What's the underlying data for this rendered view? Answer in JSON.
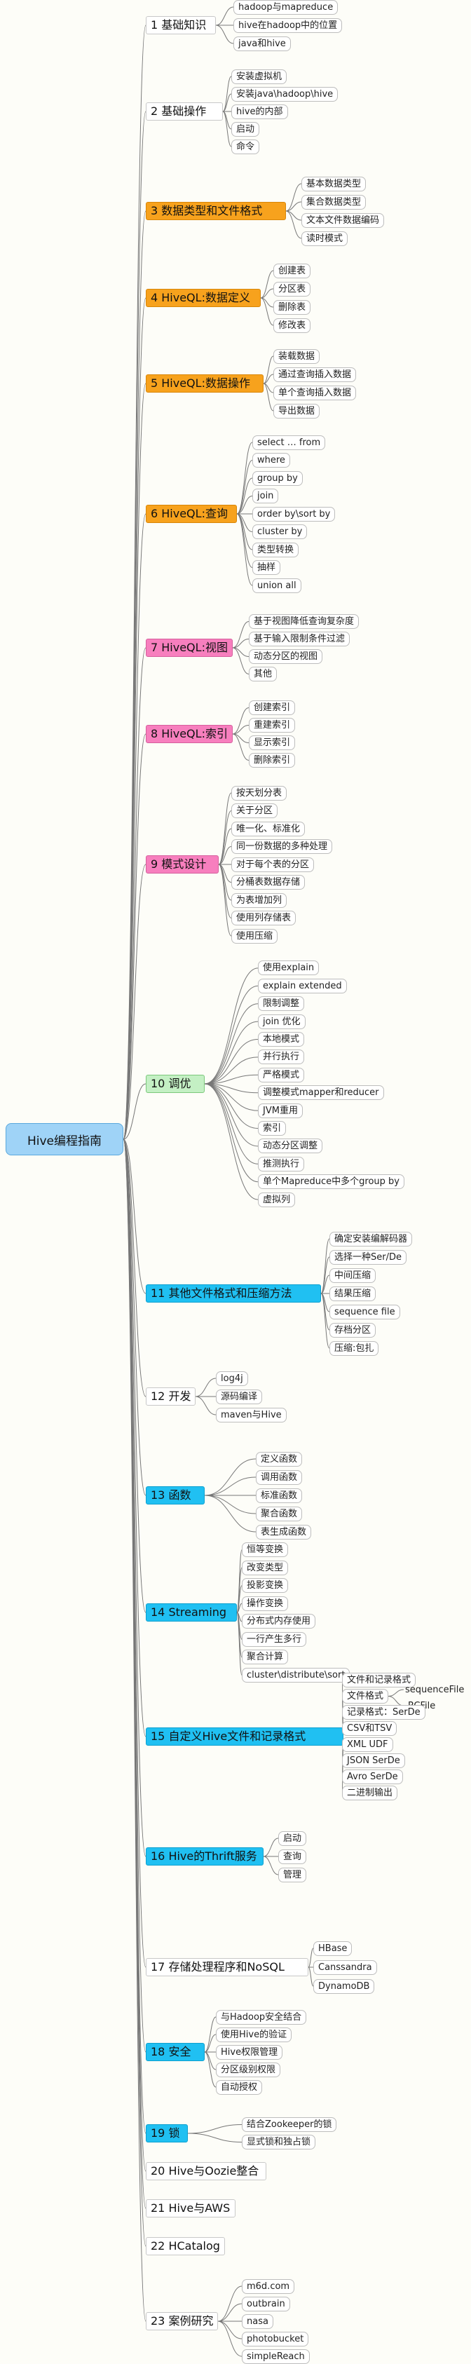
{
  "root": {
    "title": "Hive编程指南"
  },
  "colors": {
    "root": "#9fd3f7",
    "orange": "#f7a21d",
    "pink": "#f77fbe",
    "green": "#c4f0c4",
    "cyan": "#20c0f2",
    "line": "#777777"
  },
  "branches": [
    {
      "label": "1 基础知识",
      "style": "plain",
      "children": [
        {
          "label": "hadoop与mapreduce"
        },
        {
          "label": "hive在hadoop中的位置"
        },
        {
          "label": "java和hive"
        }
      ]
    },
    {
      "label": "2 基础操作",
      "style": "plain",
      "children": [
        {
          "label": "安装虚拟机"
        },
        {
          "label": "安装java\\hadoop\\hive"
        },
        {
          "label": "hive的内部"
        },
        {
          "label": "启动"
        },
        {
          "label": "命令"
        }
      ]
    },
    {
      "label": "3 数据类型和文件格式",
      "style": "orange",
      "children": [
        {
          "label": "基本数据类型"
        },
        {
          "label": "集合数据类型"
        },
        {
          "label": "文本文件数据编码"
        },
        {
          "label": "读时模式"
        }
      ]
    },
    {
      "label": "4 HiveQL:数据定义",
      "style": "orange",
      "children": [
        {
          "label": "创建表"
        },
        {
          "label": "分区表"
        },
        {
          "label": "删除表"
        },
        {
          "label": "修改表"
        }
      ]
    },
    {
      "label": "5 HiveQL:数据操作",
      "style": "orange",
      "children": [
        {
          "label": "装载数据"
        },
        {
          "label": "通过查询插入数据"
        },
        {
          "label": "单个查询插入数据"
        },
        {
          "label": "导出数据"
        }
      ]
    },
    {
      "label": "6 HiveQL:查询",
      "style": "orange",
      "children": [
        {
          "label": "select … from"
        },
        {
          "label": "where"
        },
        {
          "label": "group by"
        },
        {
          "label": "join"
        },
        {
          "label": "order by\\sort by"
        },
        {
          "label": "cluster by"
        },
        {
          "label": "类型转换"
        },
        {
          "label": "抽样"
        },
        {
          "label": "union all"
        }
      ]
    },
    {
      "label": "7 HiveQL:视图",
      "style": "pink",
      "children": [
        {
          "label": "基于视图降低查询复杂度"
        },
        {
          "label": "基于输入限制条件过滤"
        },
        {
          "label": "动态分区的视图"
        },
        {
          "label": "其他"
        }
      ]
    },
    {
      "label": "8 HiveQL:索引",
      "style": "pink",
      "children": [
        {
          "label": "创建索引"
        },
        {
          "label": "重建索引"
        },
        {
          "label": "显示索引"
        },
        {
          "label": "删除索引"
        }
      ]
    },
    {
      "label": "9 模式设计",
      "style": "pink",
      "children": [
        {
          "label": "按天划分表"
        },
        {
          "label": "关于分区"
        },
        {
          "label": "唯一化、标准化"
        },
        {
          "label": "同一份数据的多种处理"
        },
        {
          "label": "对于每个表的分区"
        },
        {
          "label": "分桶表数据存储"
        },
        {
          "label": "为表增加列"
        },
        {
          "label": "使用列存储表"
        },
        {
          "label": "使用压缩"
        }
      ]
    },
    {
      "label": "10 调优",
      "style": "green",
      "children": [
        {
          "label": "使用explain"
        },
        {
          "label": "explain extended"
        },
        {
          "label": "限制调整"
        },
        {
          "label": "join 优化"
        },
        {
          "label": "本地模式"
        },
        {
          "label": "并行执行"
        },
        {
          "label": "严格模式"
        },
        {
          "label": "调整模式mapper和reducer"
        },
        {
          "label": "JVM重用"
        },
        {
          "label": "索引"
        },
        {
          "label": "动态分区调整"
        },
        {
          "label": "推测执行"
        },
        {
          "label": "单个Mapreduce中多个group by"
        },
        {
          "label": "虚拟列"
        }
      ]
    },
    {
      "label": "11 其他文件格式和压缩方法",
      "style": "cyan",
      "children": [
        {
          "label": "确定安装编解码器"
        },
        {
          "label": "选择一种Ser/De"
        },
        {
          "label": "中间压缩"
        },
        {
          "label": "结果压缩"
        },
        {
          "label": "sequence file"
        },
        {
          "label": "存档分区"
        },
        {
          "label": "压缩:包扎"
        }
      ]
    },
    {
      "label": "12 开发",
      "style": "plain",
      "children": [
        {
          "label": "log4j"
        },
        {
          "label": "源码编译"
        },
        {
          "label": "maven与Hive"
        }
      ]
    },
    {
      "label": "13 函数",
      "style": "cyan",
      "children": [
        {
          "label": "定义函数"
        },
        {
          "label": "调用函数"
        },
        {
          "label": "标准函数"
        },
        {
          "label": "聚合函数"
        },
        {
          "label": "表生成函数"
        }
      ]
    },
    {
      "label": "14 Streaming",
      "style": "cyan",
      "children": [
        {
          "label": "恒等变换"
        },
        {
          "label": "改变类型"
        },
        {
          "label": "投影变换"
        },
        {
          "label": "操作变换"
        },
        {
          "label": "分布式内存使用"
        },
        {
          "label": "一行产生多行"
        },
        {
          "label": "聚合计算"
        },
        {
          "label": "cluster\\distribute\\sort"
        }
      ]
    },
    {
      "label": "15 自定义Hive文件和记录格式",
      "style": "cyan",
      "children": [
        {
          "label": "文件和记录格式"
        },
        {
          "label": "文件格式",
          "children": [
            {
              "label": "sequenceFile"
            },
            {
              "label": "RCFile"
            }
          ]
        },
        {
          "label": "记录格式：SerDe"
        },
        {
          "label": "CSV和TSV"
        },
        {
          "label": "XML UDF"
        },
        {
          "label": "JSON SerDe"
        },
        {
          "label": "Avro SerDe"
        },
        {
          "label": "二进制输出"
        }
      ]
    },
    {
      "label": "16 Hive的Thrift服务",
      "style": "cyan",
      "children": [
        {
          "label": "启动"
        },
        {
          "label": "查询"
        },
        {
          "label": "管理"
        }
      ]
    },
    {
      "label": "17 存储处理程序和NoSQL",
      "style": "plain",
      "children": [
        {
          "label": "HBase"
        },
        {
          "label": "Canssandra"
        },
        {
          "label": "DynamoDB"
        }
      ]
    },
    {
      "label": "18 安全",
      "style": "cyan",
      "children": [
        {
          "label": "与Hadoop安全结合"
        },
        {
          "label": "使用Hive的验证"
        },
        {
          "label": "Hive权限管理"
        },
        {
          "label": "分区级别权限"
        },
        {
          "label": "自动授权"
        }
      ]
    },
    {
      "label": "19 锁",
      "style": "cyan",
      "children": [
        {
          "label": "结合Zookeeper的锁"
        },
        {
          "label": "显式锁和独占锁"
        }
      ]
    },
    {
      "label": "20 Hive与Oozie整合",
      "style": "plain",
      "children": []
    },
    {
      "label": "21 Hive与AWS",
      "style": "plain",
      "children": []
    },
    {
      "label": "22 HCatalog",
      "style": "plain",
      "children": []
    },
    {
      "label": "23 案例研究",
      "style": "plain",
      "children": [
        {
          "label": "m6d.com"
        },
        {
          "label": "outbrain"
        },
        {
          "label": "nasa"
        },
        {
          "label": "photobucket"
        },
        {
          "label": "simpleReach"
        }
      ]
    }
  ]
}
